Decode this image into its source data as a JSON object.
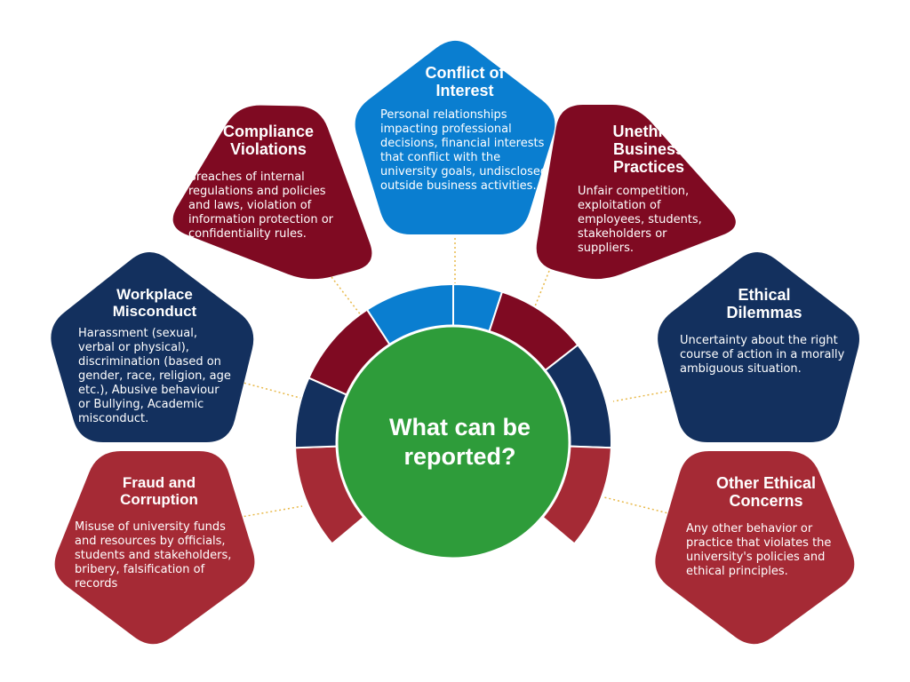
{
  "colors": {
    "maroon": "#7f0a22",
    "crimson": "#a52a35",
    "navy": "#13305e",
    "blue": "#0a7ed0",
    "green": "#2e9c3a",
    "connector": "#e8b94a"
  },
  "center": {
    "label": "What can be reported?"
  },
  "categories": [
    {
      "id": "conflict",
      "title": "Conflict of Interest",
      "description": "Personal relationships impacting professional decisions, financial interests that conflict with the university goals, undisclosed outside business activities.",
      "color": "blue"
    },
    {
      "id": "compliance",
      "title": "Compliance Violations",
      "description": "Breaches of internal regulations and policies and laws, violation of information protection or confidentiality rules.",
      "color": "maroon"
    },
    {
      "id": "unethical",
      "title": "Unethical Business Practices",
      "description": "Unfair competition, exploitation of employees, students, stakeholders or suppliers.",
      "color": "maroon"
    },
    {
      "id": "workplace",
      "title": "Workplace Misconduct",
      "description": "Harassment (sexual, verbal or physical), discrimination (based on gender, race, religion, age etc.), Abusive behaviour or Bullying, Academic misconduct.",
      "color": "navy"
    },
    {
      "id": "dilemmas",
      "title": "Ethical Dilemmas",
      "description": "Uncertainty about the right course of action in a morally ambiguous situation.",
      "color": "navy"
    },
    {
      "id": "fraud",
      "title": "Fraud and Corruption",
      "description": "Misuse of university funds and resources by officials, students and stakeholders, bribery, falsification of records",
      "color": "crimson"
    },
    {
      "id": "other",
      "title": "Other Ethical Concerns",
      "description": "Any other behavior or practice that violates the university's policies and ethical principles.",
      "color": "crimson"
    }
  ]
}
